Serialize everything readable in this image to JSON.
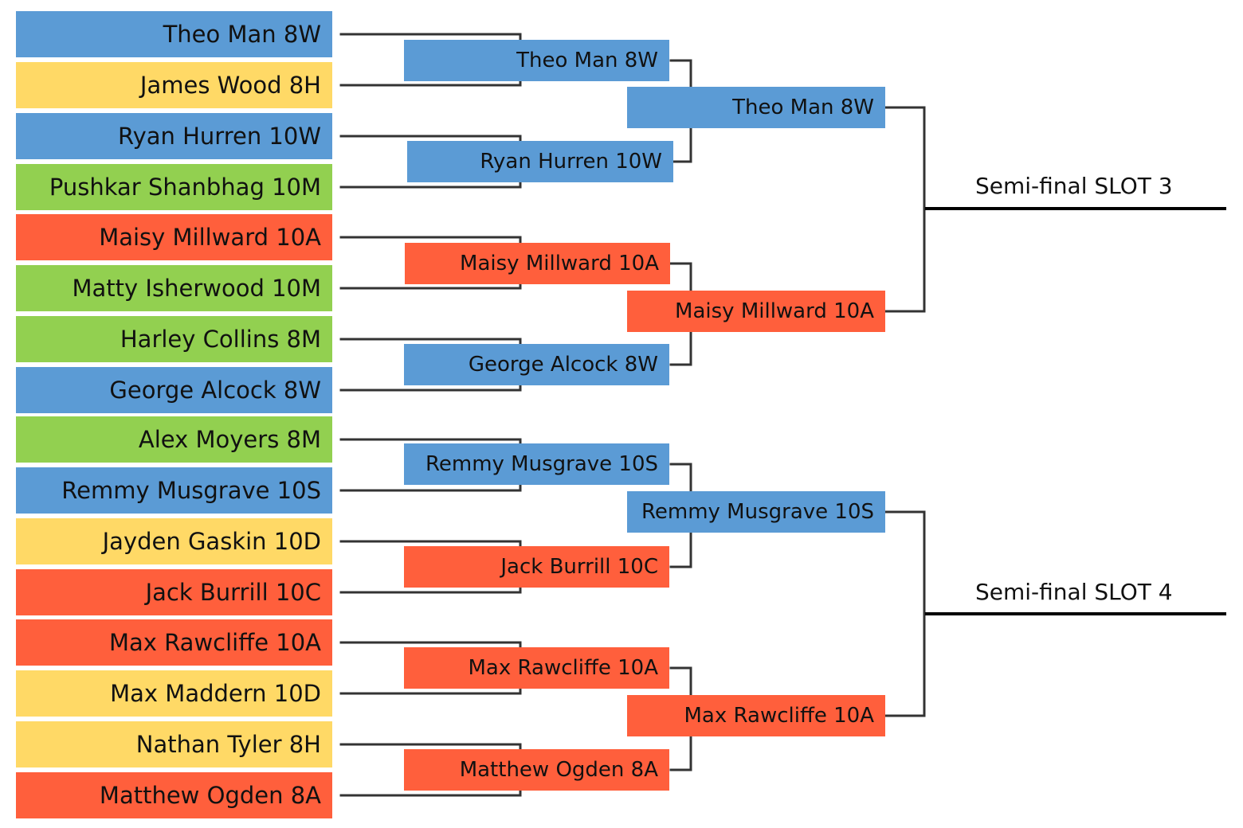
{
  "colors": {
    "blue": "#5b9bd5",
    "yellow": "#ffd966",
    "green": "#92d050",
    "red": "#ff5f3c",
    "connector": "#333333",
    "slot_line": "#000000"
  },
  "round1": [
    {
      "name": "Theo Man 8W",
      "color": "blue"
    },
    {
      "name": "James Wood 8H",
      "color": "yellow"
    },
    {
      "name": "Ryan Hurren 10W",
      "color": "blue"
    },
    {
      "name": "Pushkar Shanbhag 10M",
      "color": "green"
    },
    {
      "name": "Maisy Millward 10A",
      "color": "red"
    },
    {
      "name": "Matty Isherwood 10M",
      "color": "green"
    },
    {
      "name": "Harley Collins 8M",
      "color": "green"
    },
    {
      "name": "George Alcock 8W",
      "color": "blue"
    },
    {
      "name": "Alex Moyers 8M",
      "color": "green"
    },
    {
      "name": "Remmy Musgrave 10S",
      "color": "blue"
    },
    {
      "name": "Jayden Gaskin 10D",
      "color": "yellow"
    },
    {
      "name": "Jack Burrill 10C",
      "color": "red"
    },
    {
      "name": "Max Rawcliffe 10A",
      "color": "red"
    },
    {
      "name": "Max Maddern 10D",
      "color": "yellow"
    },
    {
      "name": "Nathan Tyler 8H",
      "color": "yellow"
    },
    {
      "name": "Matthew Ogden 8A",
      "color": "red"
    }
  ],
  "round2": [
    {
      "name": "Theo Man 8W",
      "color": "blue"
    },
    {
      "name": "Ryan Hurren 10W",
      "color": "blue"
    },
    {
      "name": "Maisy Millward 10A",
      "color": "red"
    },
    {
      "name": "George Alcock 8W",
      "color": "blue"
    },
    {
      "name": "Remmy Musgrave 10S",
      "color": "blue"
    },
    {
      "name": "Jack Burrill 10C",
      "color": "red"
    },
    {
      "name": "Max Rawcliffe 10A",
      "color": "red"
    },
    {
      "name": "Matthew Ogden 8A",
      "color": "red"
    }
  ],
  "round3": [
    {
      "name": "Theo Man 8W",
      "color": "blue"
    },
    {
      "name": "Maisy Millward 10A",
      "color": "red"
    },
    {
      "name": "Remmy Musgrave 10S",
      "color": "blue"
    },
    {
      "name": "Max Rawcliffe 10A",
      "color": "red"
    }
  ],
  "semifinal_slots": [
    {
      "label": "Semi-final SLOT 3"
    },
    {
      "label": "Semi-final SLOT 4"
    }
  ]
}
